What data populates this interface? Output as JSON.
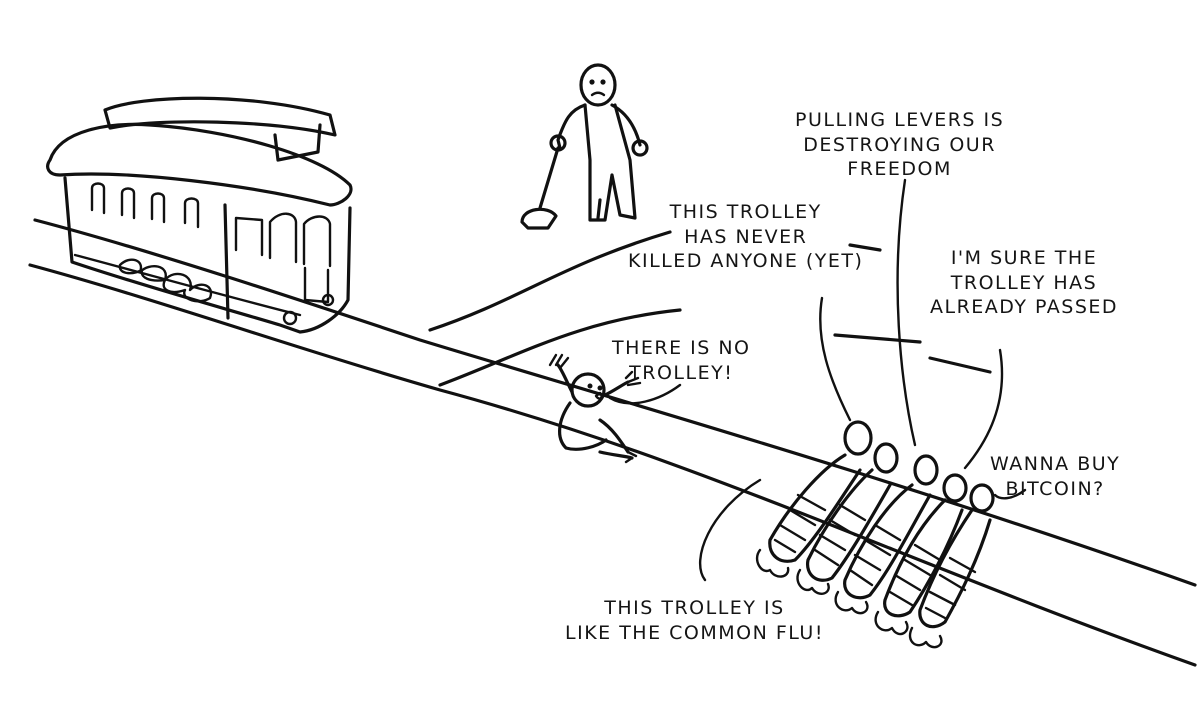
{
  "speech": {
    "no_trolley": "THERE IS NO\nTROLLEY!",
    "never_killed": "THIS TROLLEY\nHAS NEVER\nKILLED ANYONE (YET)",
    "levers": "PULLING LEVERS IS\nDESTROYING OUR\nFREEDOM",
    "passed": "I'M SURE THE\nTROLLEY HAS\nALREADY PASSED",
    "bitcoin": "WANNA BUY\nBITCOIN?",
    "flu": "THIS TROLLEY IS\nLIKE THE COMMON FLU!"
  }
}
